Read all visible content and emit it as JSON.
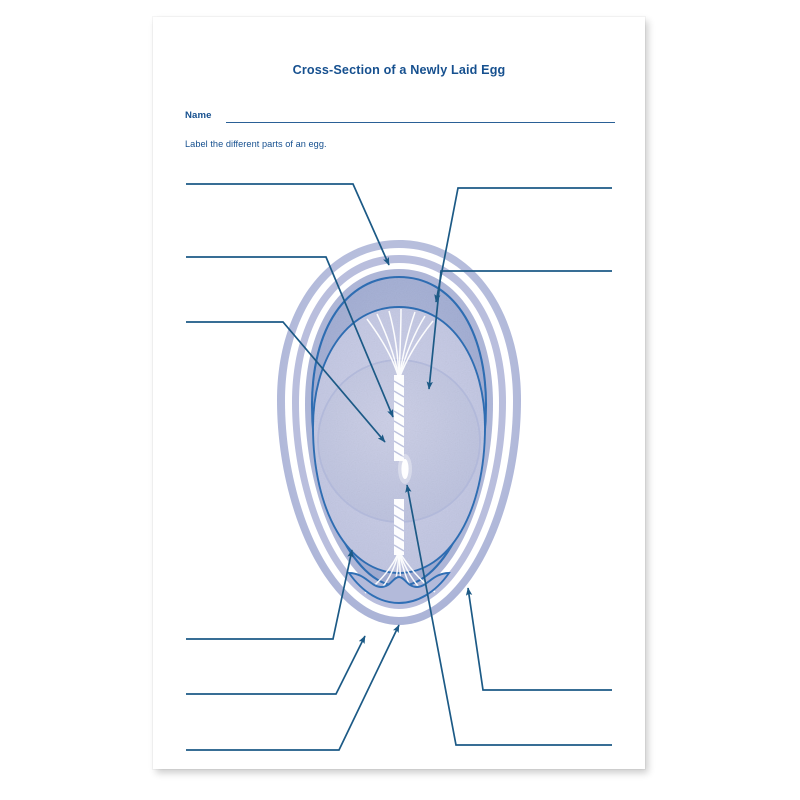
{
  "page": {
    "title": "Cross-Section of a Newly Laid Egg",
    "name_label": "Name",
    "name_value": "",
    "instruction": "Label the different parts of an egg."
  },
  "colors": {
    "ink": "#16508f",
    "leader_line": "#1c5a86",
    "shell_outer": "#b9bedd",
    "shell_inner_band": "#a8b0d4",
    "membrane_line": "#2f6fb5",
    "albumen_thin": "#a9b4da",
    "albumen_thick": "#c8cbe6",
    "yolk": "#c5c9e2",
    "germinal_disc": "#ffffff",
    "chalaza": "#ffffff",
    "page": "#ffffff"
  },
  "diagram": {
    "name": "egg-cross-section",
    "parts": [
      {
        "id": "shell",
        "label": ""
      },
      {
        "id": "shell-membranes",
        "label": ""
      },
      {
        "id": "thick-albumen",
        "label": ""
      },
      {
        "id": "thin-albumen",
        "label": ""
      },
      {
        "id": "chalaza",
        "label": ""
      },
      {
        "id": "yolk",
        "label": ""
      },
      {
        "id": "germinal-disc",
        "label": ""
      },
      {
        "id": "air-cell",
        "label": ""
      }
    ]
  },
  "label_lines": [
    {
      "id": "label-line-top-left",
      "side": "left",
      "index": 1,
      "answer": ""
    },
    {
      "id": "label-line-mid-left",
      "side": "left",
      "index": 2,
      "answer": ""
    },
    {
      "id": "label-line-lower-left",
      "side": "left",
      "index": 3,
      "answer": ""
    },
    {
      "id": "label-line-top-right",
      "side": "right",
      "index": 4,
      "answer": ""
    },
    {
      "id": "label-line-mid-right",
      "side": "right",
      "index": 5,
      "answer": ""
    },
    {
      "id": "label-line-bottom-left-1",
      "side": "left",
      "index": 6,
      "answer": ""
    },
    {
      "id": "label-line-bottom-left-2",
      "side": "left",
      "index": 7,
      "answer": ""
    },
    {
      "id": "label-line-bottom-left-3",
      "side": "left",
      "index": 8,
      "answer": ""
    },
    {
      "id": "label-line-bottom-right-1",
      "side": "right",
      "index": 9,
      "answer": ""
    },
    {
      "id": "label-line-bottom-right-2",
      "side": "right",
      "index": 10,
      "answer": ""
    }
  ]
}
